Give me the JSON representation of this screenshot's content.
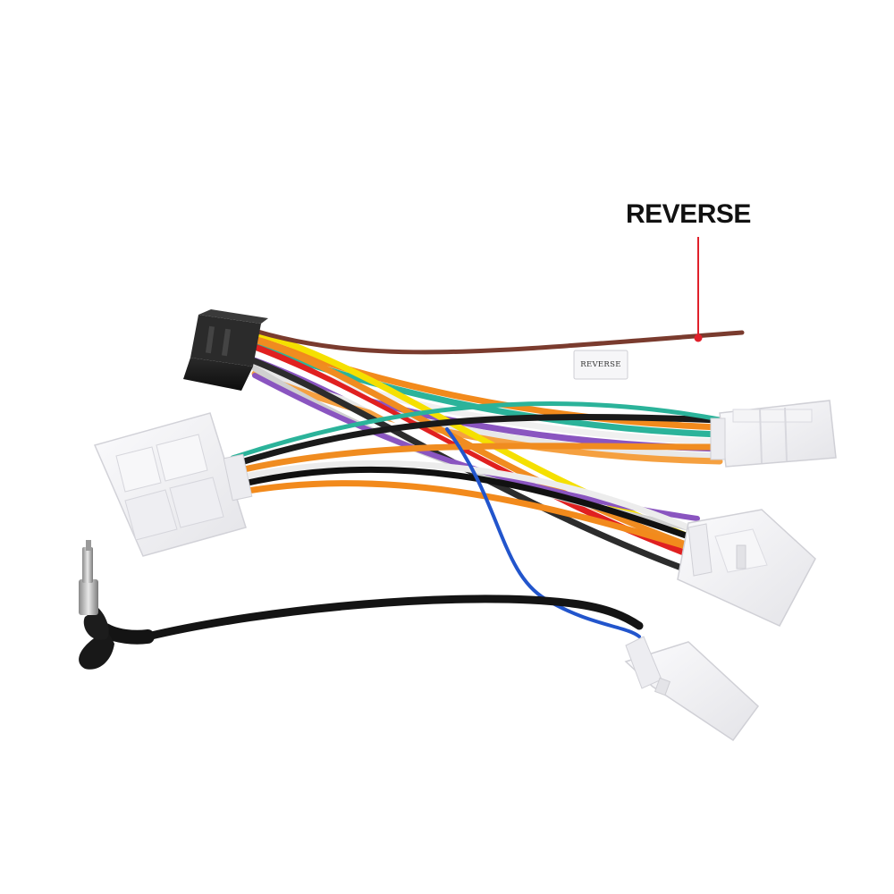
{
  "callout": {
    "label": "REVERSE",
    "line_color": "#e0202a"
  },
  "wire_tag": {
    "label": "REVERSE"
  },
  "colors": {
    "connector_black": "#1a1a1a",
    "connector_white": "#f2f2f4",
    "reverse_wire": "#7a3b2e",
    "antenna_cable": "#141414",
    "blue_wire": "#2255cc"
  },
  "components": [
    "iso-16-pin-connector",
    "oem-large-white-connector",
    "oem-right-white-connector",
    "oem-middle-white-connector",
    "antenna-adapter-connector",
    "antenna-plug",
    "reverse-wire"
  ]
}
